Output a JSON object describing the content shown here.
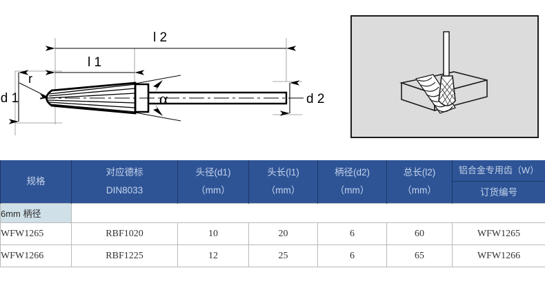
{
  "illustration": {
    "drawing": {
      "name": "conical-burr-dimension-drawing",
      "labels": {
        "l2": "l 2",
        "l1": "l 1",
        "d1": "d 1",
        "d2": "d 2",
        "r": "r",
        "alpha": "α"
      }
    },
    "photo": {
      "name": "burr-in-use-illustration",
      "caption": ""
    }
  },
  "table": {
    "columns": [
      {
        "line1": "规格",
        "line2": "",
        "split": false
      },
      {
        "line1": "对应德标",
        "line2": "DIN8033",
        "split": false
      },
      {
        "line1": "头径(d1)",
        "line2": "（mm）",
        "split": false
      },
      {
        "line1": "头长(l1)",
        "line2": "（mm）",
        "split": false
      },
      {
        "line1": "柄径(d2)",
        "line2": "（mm）",
        "split": false
      },
      {
        "line1": "总长(l2)",
        "line2": "（mm）",
        "split": false
      },
      {
        "line1": "铝合金专用齿（W）",
        "line2": "订货编号",
        "split": true
      }
    ],
    "group_label": "6mm 柄径",
    "rows": [
      {
        "spec": "WFW1265",
        "din": "RBF1020",
        "d1": "10",
        "l1": "20",
        "d2": "6",
        "l2": "60",
        "order_no": "WFW1265"
      },
      {
        "spec": "WFW1266",
        "din": "RBF1225",
        "d1": "12",
        "l1": "25",
        "d2": "6",
        "l2": "65",
        "order_no": "WFW1266"
      }
    ]
  },
  "colors": {
    "header_bg": "#2e5496",
    "header_text": "#c5d3ea",
    "group_bg": "#cfe0e8",
    "grid": "#b9b9b9",
    "photo_bg": "#dcdcdc",
    "ink": "#000000"
  }
}
